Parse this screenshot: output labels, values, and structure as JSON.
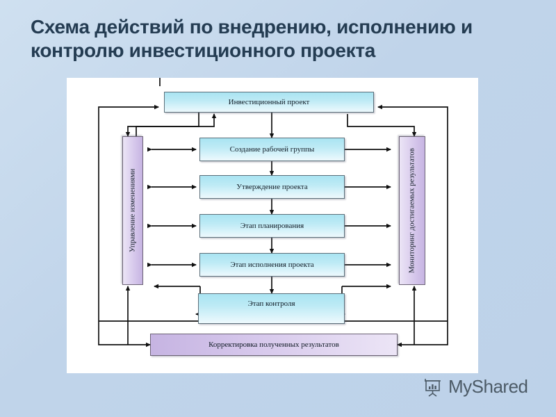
{
  "slide": {
    "title": "Схема действий по внедрению, исполнению и контролю инвестиционного проекта",
    "background_color": "#c5d8ec",
    "title_color": "#243c52",
    "canvas_color": "#ffffff"
  },
  "diagram": {
    "type": "flowchart",
    "box_fill_primary": "#b8e8f3",
    "box_fill_side": "#d3c4ea",
    "box_border": "#5b6f7a",
    "main_chain": [
      {
        "id": "investment-project",
        "label": "Инвестиционный проект"
      },
      {
        "id": "working-group",
        "label": "Создание рабочей группы"
      },
      {
        "id": "project-approval",
        "label": "Утверждение проекта"
      },
      {
        "id": "planning-stage",
        "label": "Этап планирования"
      },
      {
        "id": "execution-stage",
        "label": "Этап исполнения проекта"
      },
      {
        "id": "control-stage",
        "label": "Этап контроля"
      }
    ],
    "side_boxes": [
      {
        "id": "change-management",
        "label": "Управление изменениями",
        "side": "left"
      },
      {
        "id": "results-monitoring",
        "label": "Мониторинг достигаемых результатов",
        "side": "right"
      }
    ],
    "bottom_box": {
      "id": "results-correction",
      "label": "Корректировка полученных результатов"
    }
  },
  "logo": {
    "text": "MyShared",
    "icon": "presentation-chart-icon",
    "color": "#4c5a66"
  }
}
